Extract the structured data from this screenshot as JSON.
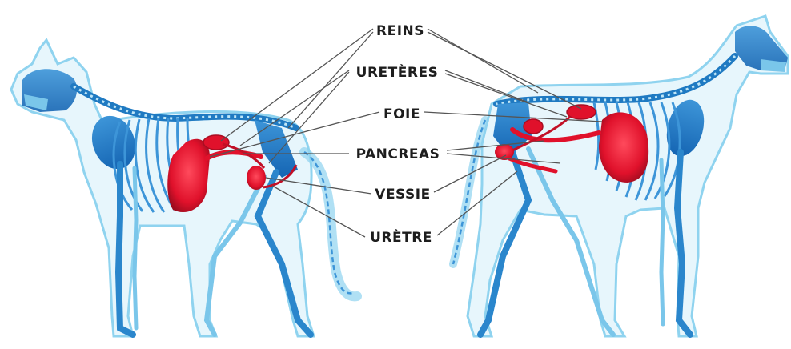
{
  "labels": {
    "reins": "REINS",
    "ureteres": "URETÈRES",
    "foie": "FOIE",
    "pancreas": "PANCREAS",
    "vessie": "VESSIE",
    "uretre": "URÈTRE"
  },
  "colors": {
    "skin_outline": "#8fd3ef",
    "skin_fill": "#e7f6fc",
    "bone_light": "#7ac6ea",
    "bone_dark": "#1f7ac2",
    "organ_red": "#e0112b",
    "organ_dark": "#a80e22",
    "leader_line": "#555555",
    "text": "#1d1d1d"
  },
  "icons": [
    "cat-skeleton",
    "dog-skeleton"
  ]
}
